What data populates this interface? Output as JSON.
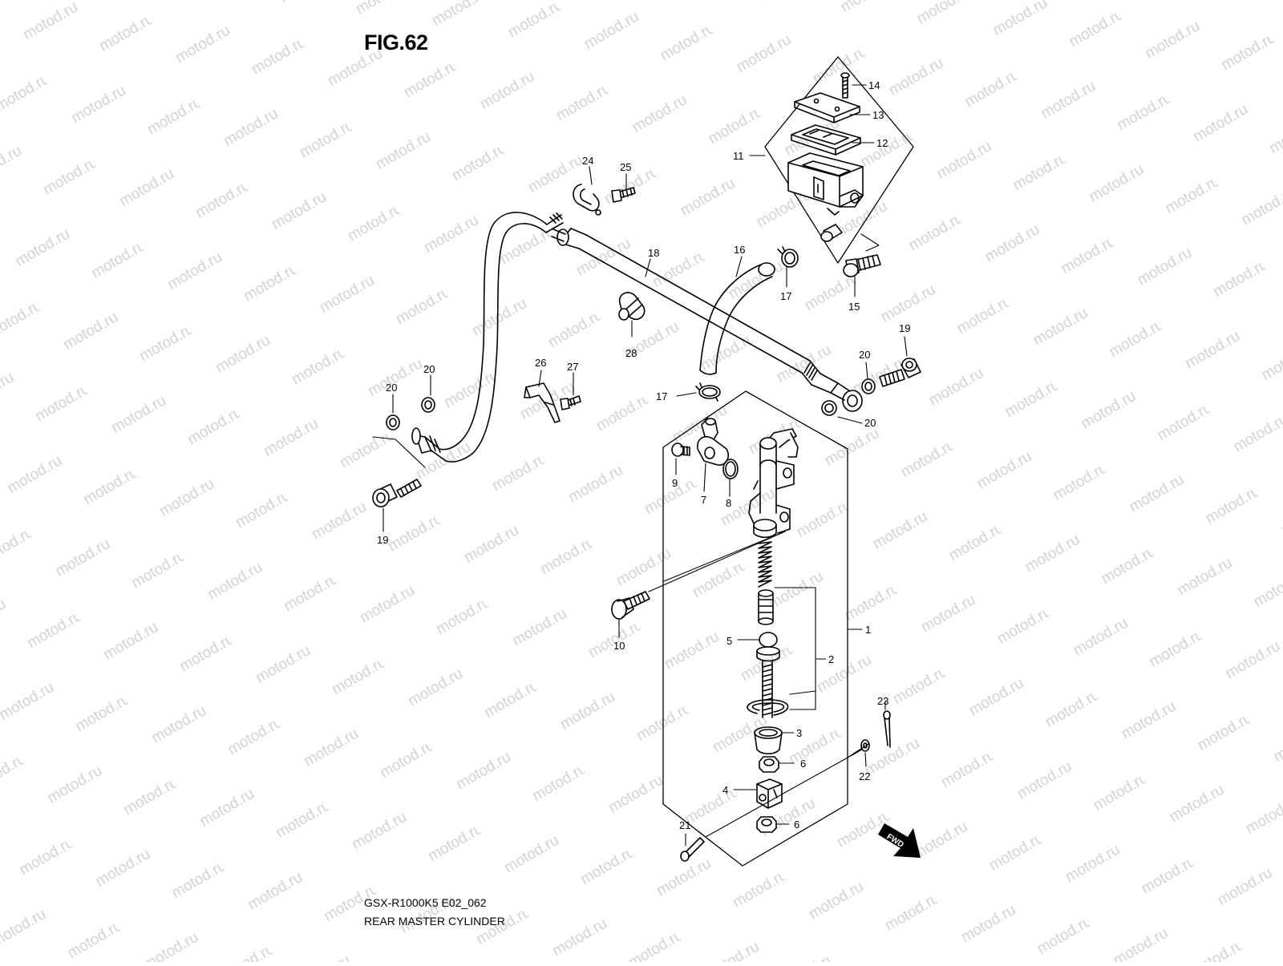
{
  "diagram": {
    "figure_label": "FIG.62",
    "model_code": "GSX-R1000K5 E02_062",
    "assembly_title": "REAR MASTER CYLINDER",
    "watermark_text": "motod.ru",
    "fwd_label": "FWD",
    "callouts": [
      {
        "id": "c14",
        "text": "14"
      },
      {
        "id": "c13",
        "text": "13"
      },
      {
        "id": "c12",
        "text": "12"
      },
      {
        "id": "c11",
        "text": "11"
      },
      {
        "id": "c24",
        "text": "24"
      },
      {
        "id": "c25",
        "text": "25"
      },
      {
        "id": "c18",
        "text": "18"
      },
      {
        "id": "c16",
        "text": "16"
      },
      {
        "id": "c17a",
        "text": "17"
      },
      {
        "id": "c15",
        "text": "15"
      },
      {
        "id": "c28",
        "text": "28"
      },
      {
        "id": "c19a",
        "text": "19"
      },
      {
        "id": "c20a",
        "text": "20"
      },
      {
        "id": "c20b",
        "text": "20"
      },
      {
        "id": "c20c",
        "text": "20"
      },
      {
        "id": "c20d",
        "text": "20"
      },
      {
        "id": "c26",
        "text": "26"
      },
      {
        "id": "c27",
        "text": "27"
      },
      {
        "id": "c17b",
        "text": "17"
      },
      {
        "id": "c9",
        "text": "9"
      },
      {
        "id": "c7",
        "text": "7"
      },
      {
        "id": "c8",
        "text": "8"
      },
      {
        "id": "c19b",
        "text": "19"
      },
      {
        "id": "c10",
        "text": "10"
      },
      {
        "id": "c1",
        "text": "1"
      },
      {
        "id": "c5",
        "text": "5"
      },
      {
        "id": "c2",
        "text": "2"
      },
      {
        "id": "c3",
        "text": "3"
      },
      {
        "id": "c23",
        "text": "23"
      },
      {
        "id": "c6a",
        "text": "6"
      },
      {
        "id": "c22",
        "text": "22"
      },
      {
        "id": "c4",
        "text": "4"
      },
      {
        "id": "c6b",
        "text": "6"
      },
      {
        "id": "c21",
        "text": "21"
      }
    ]
  }
}
